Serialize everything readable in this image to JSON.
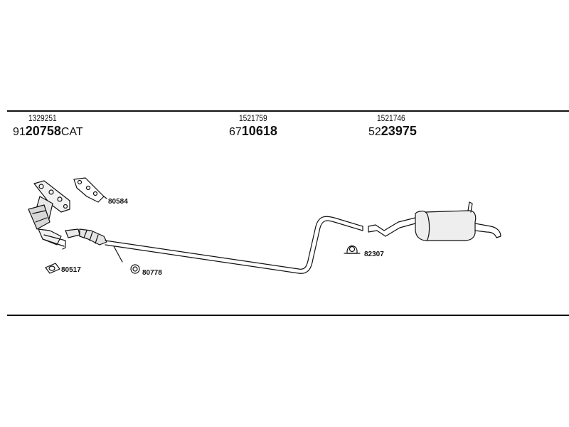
{
  "header_parts": [
    {
      "ref": "1329251",
      "prefix": "91",
      "main": "20758",
      "suffix": "CAT"
    },
    {
      "ref": "1521759",
      "prefix": "67",
      "main": "10618",
      "suffix": ""
    },
    {
      "ref": "1521746",
      "prefix": "52",
      "main": "23975",
      "suffix": ""
    }
  ],
  "callouts": {
    "gasket_manifold": "80584",
    "gasket_flange": "80517",
    "seal_ring": "80778",
    "clamp": "82307"
  }
}
